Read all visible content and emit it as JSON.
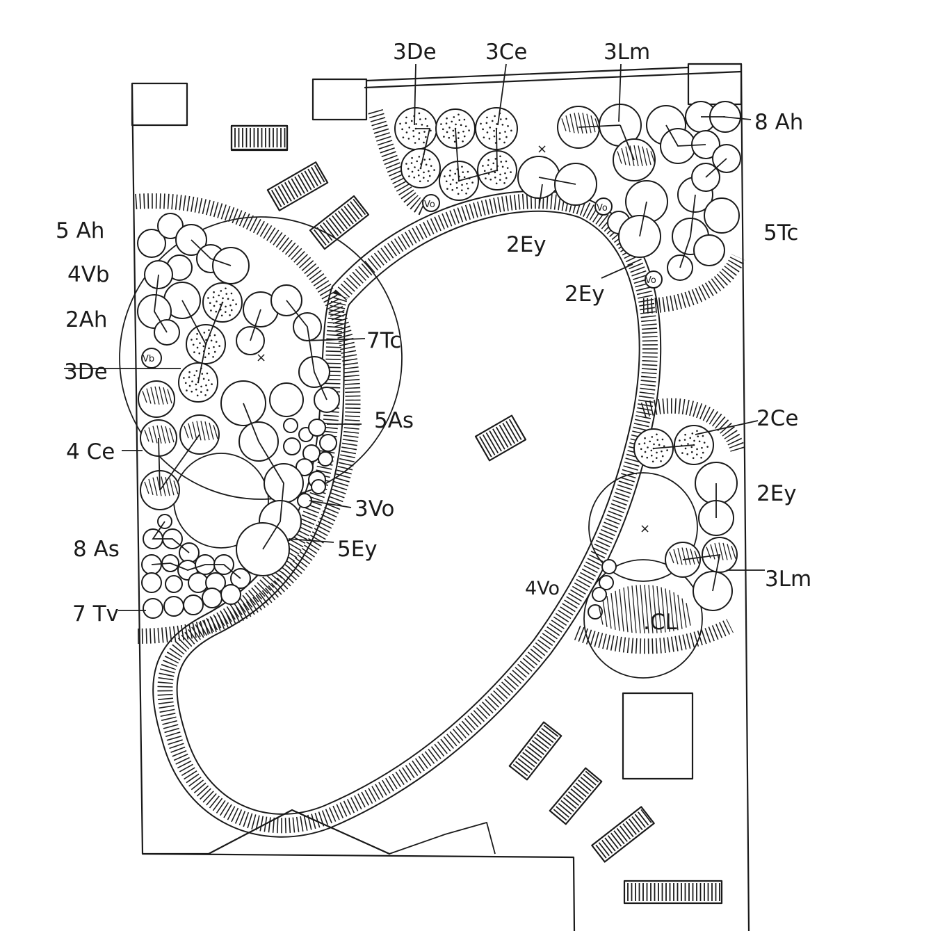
{
  "labels": {
    "top_3de": "3De",
    "top_3ce": "3Ce",
    "top_3lm": "3Lm",
    "right_8ah": "8 Ah",
    "right_5tc": "5Tc",
    "mid_2ey_a": "2Ey",
    "mid_2ey_b": "2Ey",
    "left_5ah": "5 Ah",
    "left_4vb": "4Vb",
    "left_2ah": "2Ah",
    "left_3de": "3De",
    "left_4ce": "4 Ce",
    "left_8as": "8 As",
    "left_7tv": "7 Tv",
    "c_7tc": "7Tc",
    "c_5as": "5As",
    "c_3vo": "3Vo",
    "c_5ey": "5Ey",
    "r_2ce": "2Ce",
    "r_2ey": "2Ey",
    "r_3lm": "3Lm",
    "r_4vo": "4Vo",
    "r_cl": ".CL",
    "small_vo_1": "Vo",
    "small_vo_2": "Vo",
    "small_vo_3": "Vo",
    "small_vb": "Vb"
  },
  "colors": {
    "ink": "#1a1a1a",
    "paper": "#ffffff"
  }
}
